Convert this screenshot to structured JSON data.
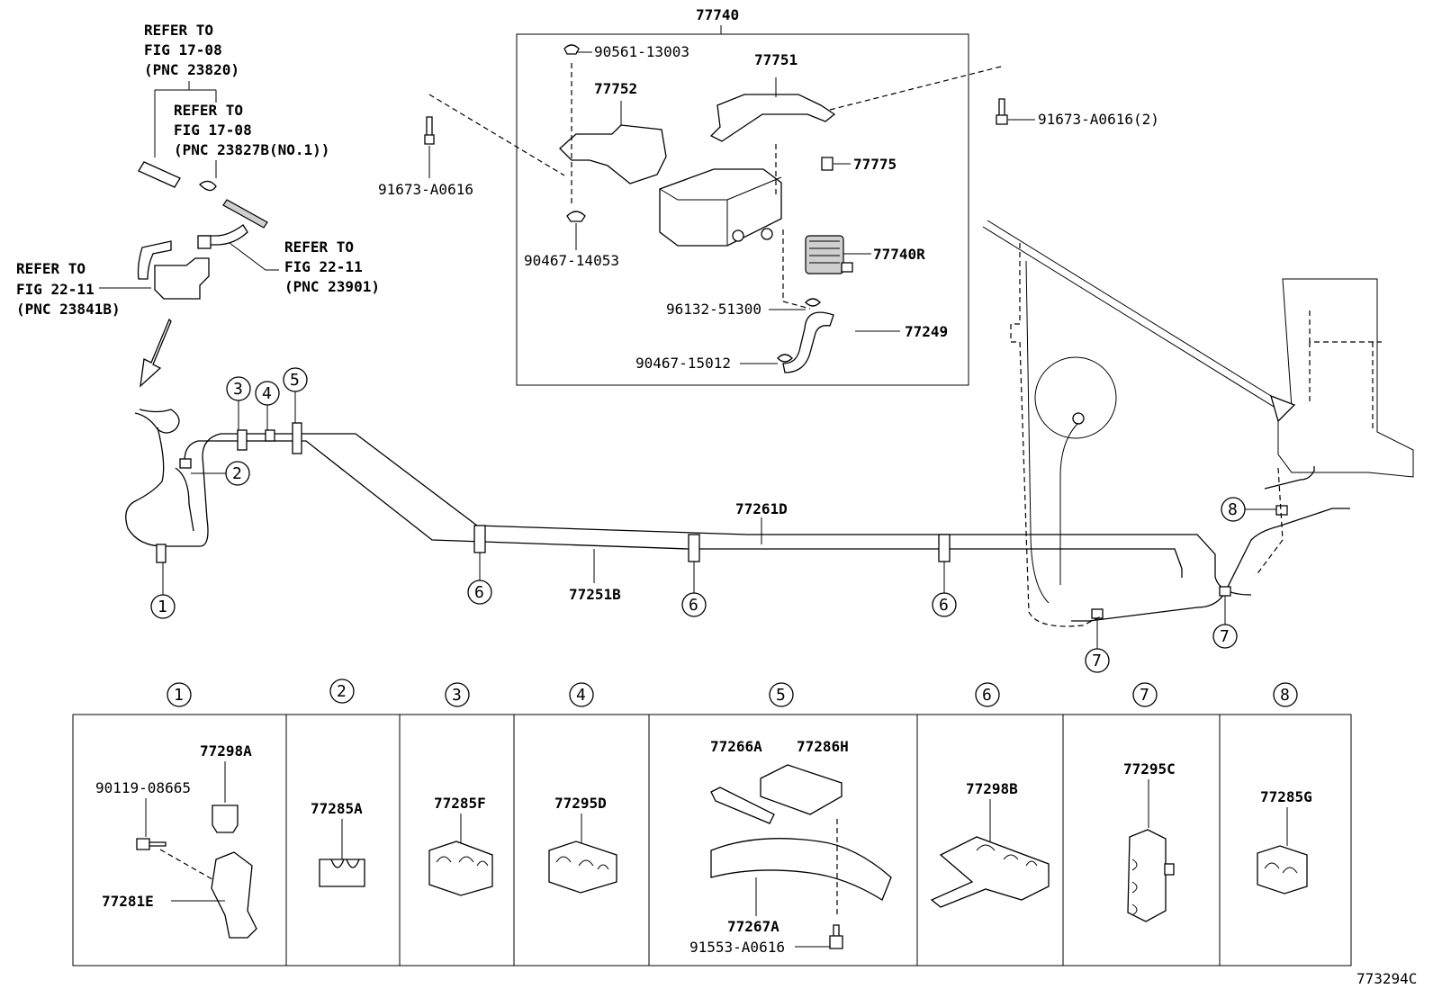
{
  "figure_code": "773294C",
  "canister_group": {
    "label": "77740",
    "parts": [
      "90561-13003",
      "77751",
      "77752",
      "91673-A0616(2)",
      "77775",
      "91673-A0616",
      "90467-14053",
      "77740R",
      "96132-51300",
      "77249",
      "90467-15012"
    ]
  },
  "references": {
    "ref1": [
      "REFER TO",
      "FIG 17-08",
      "(PNC 23820)"
    ],
    "ref2": [
      "REFER TO",
      "FIG 17-08",
      "(PNC 23827B(NO.1))"
    ],
    "ref3": [
      "REFER TO",
      "FIG 22-11",
      "(PNC 23901)"
    ],
    "ref4": [
      "REFER TO",
      "FIG 22-11",
      "(PNC 23841B)"
    ]
  },
  "main_lines": {
    "upper": "77261D",
    "lower": "77251B"
  },
  "clamp_markers": {
    "m1": "1",
    "m2": "2",
    "m3": "3",
    "m4": "4",
    "m5": "5",
    "m6": "6",
    "m7": "7",
    "m8": "8"
  },
  "detail_boxes": [
    {
      "marker": "1",
      "parts": [
        "77298A",
        "90119-08665",
        "77281E"
      ]
    },
    {
      "marker": "2",
      "parts": [
        "77285A"
      ]
    },
    {
      "marker": "3",
      "parts": [
        "77285F"
      ]
    },
    {
      "marker": "4",
      "parts": [
        "77295D"
      ]
    },
    {
      "marker": "5",
      "parts": [
        "77266A",
        "77286H",
        "77267A",
        "91553-A0616"
      ]
    },
    {
      "marker": "6",
      "parts": [
        "77298B"
      ]
    },
    {
      "marker": "7",
      "parts": [
        "77295C"
      ]
    },
    {
      "marker": "8",
      "parts": [
        "77285G"
      ]
    }
  ]
}
